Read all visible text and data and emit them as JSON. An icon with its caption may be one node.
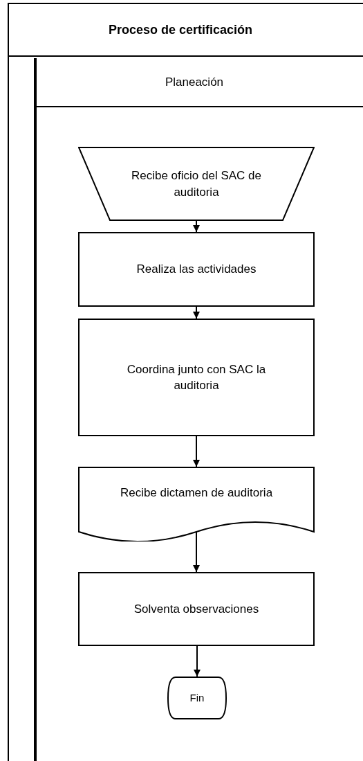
{
  "diagram": {
    "nodes": [
      {
        "text": [
          "Proceso de certificación"
        ]
      },
      {
        "text": [
          "Planeación"
        ],
        "in": 0
      },
      {
        "text": [
          "Recibe oficio del SAC de auditoria"
        ],
        "in": 1
      },
      {
        "text": [
          "Realiza las actividades"
        ],
        "in": 1
      },
      {
        "text": [
          "Coordina junto con SAC la auditoria"
        ],
        "in": 1
      },
      {
        "text": [
          "Recibe dictamen de auditoria"
        ],
        "in": 1
      },
      {
        "text": [
          "Solventa observaciones"
        ],
        "in": 1
      },
      {
        "text": [
          "Fin"
        ],
        "in": 1
      }
    ],
    "edges": [
      {
        "from": 2,
        "to": 3,
        "arrow": "to"
      },
      {
        "from": 3,
        "to": 4,
        "arrow": "to"
      },
      {
        "from": 4,
        "to": 5,
        "arrow": "to"
      },
      {
        "from": 5,
        "to": 6,
        "arrow": "to"
      },
      {
        "from": 6,
        "to": 7,
        "arrow": "to"
      }
    ]
  }
}
